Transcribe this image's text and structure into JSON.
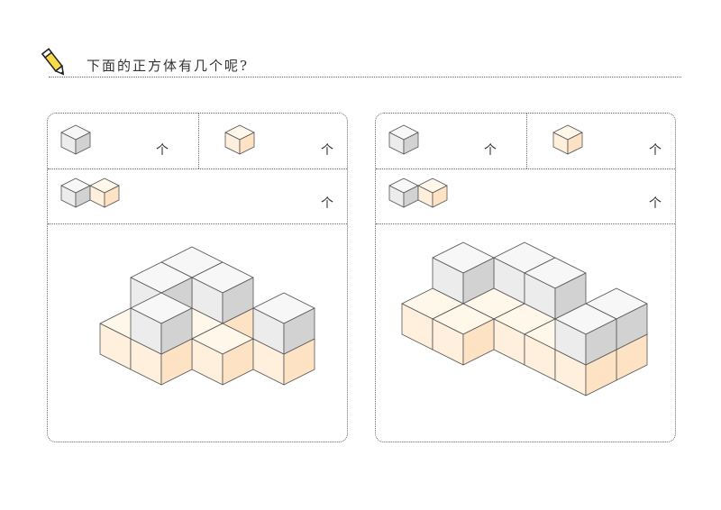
{
  "header": {
    "title": "下面的正方体有几个呢?",
    "icon": "pencil-icon"
  },
  "colors": {
    "white_cube_top": "#f7f7f7",
    "white_cube_left": "#ececec",
    "white_cube_right": "#d2d2d2",
    "peach_cube_top": "#fff8ea",
    "peach_cube_left": "#fff0dd",
    "peach_cube_right": "#fde2c4",
    "border": "#666666"
  },
  "panels": [
    {
      "q_white": {
        "icon": "white-cube-icon",
        "unit": "个"
      },
      "q_peach": {
        "icon": "peach-cube-icon",
        "unit": "个"
      },
      "q_both": {
        "icons": [
          "white-cube-icon",
          "peach-cube-icon"
        ],
        "unit": "个"
      },
      "figure": "cube-stack-figure"
    },
    {
      "q_white": {
        "icon": "white-cube-icon",
        "unit": "个"
      },
      "q_peach": {
        "icon": "peach-cube-icon",
        "unit": "个"
      },
      "q_both": {
        "icons": [
          "white-cube-icon",
          "peach-cube-icon"
        ],
        "unit": "个"
      },
      "figure": "cube-stack-figure"
    }
  ]
}
